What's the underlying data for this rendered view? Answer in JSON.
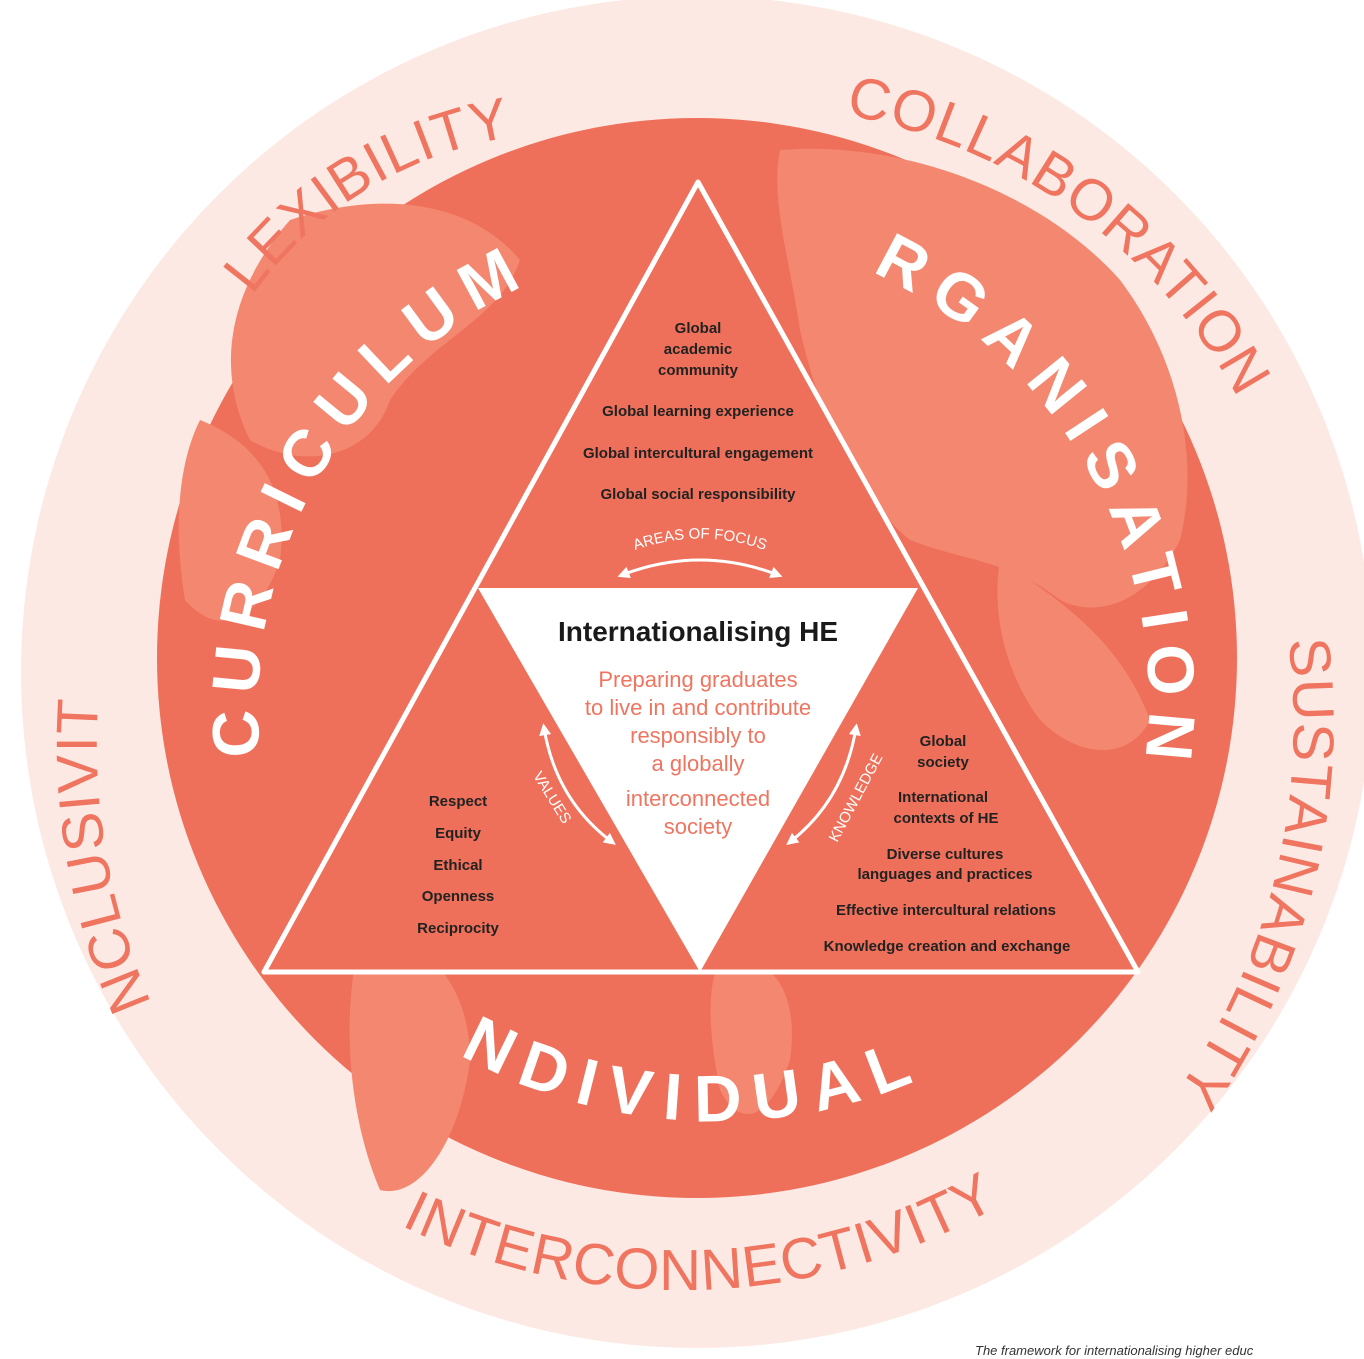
{
  "outer_ring": {
    "flexibility": "FLEXIBILITY",
    "collaboration": "COLLABORATION",
    "inclusivity": "INCLUSIVITY",
    "sustainability": "SUSTAINABILITY",
    "interconnectivity": "INTERCONNECTIVITY"
  },
  "inner_ring": {
    "curriculum": "CURRICULUM",
    "organisations": "ORGANISATIONS",
    "individuals": "INDIVIDUALS"
  },
  "top_triangle": {
    "items": [
      "Global",
      "academic",
      "community",
      "Global learning experience",
      "Global intercultural engagement",
      "Global social responsibility"
    ]
  },
  "left_triangle": {
    "items": [
      "Respect",
      "Equity",
      "Ethical",
      "Openness",
      "Reciprocity"
    ]
  },
  "right_triangle": {
    "items": [
      "Global",
      "society",
      "International",
      "contexts of HE",
      "Diverse cultures",
      "languages and practices",
      "Effective intercultural relations",
      "Knowledge creation and exchange"
    ]
  },
  "arrows": {
    "areas_of_focus": "AREAS OF FOCUS",
    "values": "VALUES",
    "knowledge": "KNOWLEDGE"
  },
  "center": {
    "title": "Internationalising HE",
    "subtitle_lines": [
      "Preparing graduates",
      "to live in and contribute",
      "responsibly to",
      "a globally",
      "interconnected",
      "society"
    ]
  },
  "footnote": "The framework for internationalising higher educ",
  "colors": {
    "outer_ring": "#fde9e3",
    "main_disc": "#ef705a",
    "land": "#f4876f",
    "triangle_stroke": "#ffffff",
    "center_fill": "#ffffff",
    "subtitle": "#ef7560"
  }
}
